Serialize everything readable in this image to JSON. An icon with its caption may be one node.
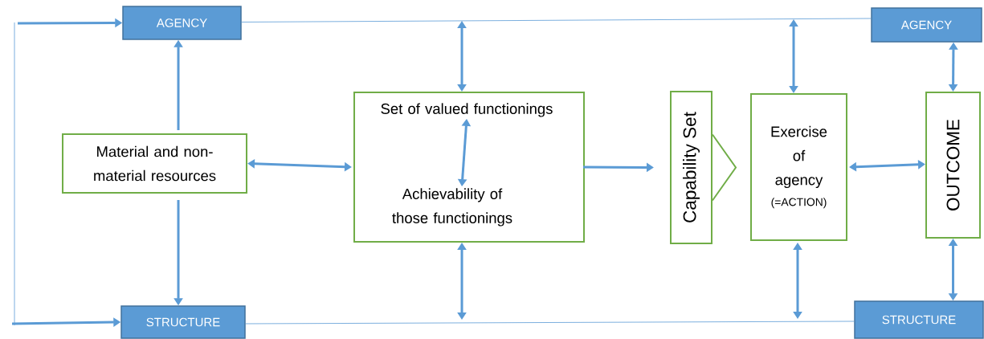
{
  "diagram": {
    "nodes": [
      {
        "text": [
          "AGENCY"
        ]
      },
      {
        "text": [
          "Material and non-material resources"
        ]
      },
      {
        "text": [
          "STRUCTURE"
        ]
      },
      {
        "text": [],
        "shape": "box"
      },
      {
        "text": [
          "Set of valued functionings"
        ],
        "in": 3
      },
      {
        "text": [
          "Achievability of those functionings"
        ],
        "in": 3
      },
      {
        "text": [
          "Capability Set"
        ]
      },
      {
        "text": [
          "Exercise of agency",
          "(=ACTION)"
        ]
      },
      {
        "text": [
          "AGENCY"
        ]
      },
      {
        "text": [
          "OUTCOME"
        ]
      },
      {
        "text": [
          "STRUCTURE"
        ]
      }
    ],
    "edges": [
      {
        "from": null,
        "to": 0,
        "arrow": "to"
      },
      {
        "from": null,
        "to": 2,
        "arrow": "to"
      },
      {
        "from": 0,
        "to": 8,
        "arrow": "none"
      },
      {
        "from": 1,
        "to": 0,
        "arrow": "to"
      },
      {
        "from": 1,
        "to": 2,
        "arrow": "to"
      },
      {
        "from": 1,
        "to": 3,
        "arrow": "both"
      },
      {
        "from": null,
        "to": 3,
        "arrow": "both"
      },
      {
        "from": 3,
        "to": null,
        "arrow": "both"
      },
      {
        "from": 4,
        "to": 5,
        "arrow": "both"
      },
      {
        "from": 3,
        "to": 6,
        "arrow": "to"
      },
      {
        "from": null,
        "to": 7,
        "arrow": "both"
      },
      {
        "from": 7,
        "to": null,
        "arrow": "both"
      },
      {
        "from": 7,
        "to": 9,
        "arrow": "both"
      },
      {
        "from": 8,
        "to": 9,
        "arrow": "both"
      },
      {
        "from": 9,
        "to": 10,
        "arrow": "both"
      },
      {
        "from": 2,
        "to": 10,
        "arrow": "none"
      }
    ]
  }
}
